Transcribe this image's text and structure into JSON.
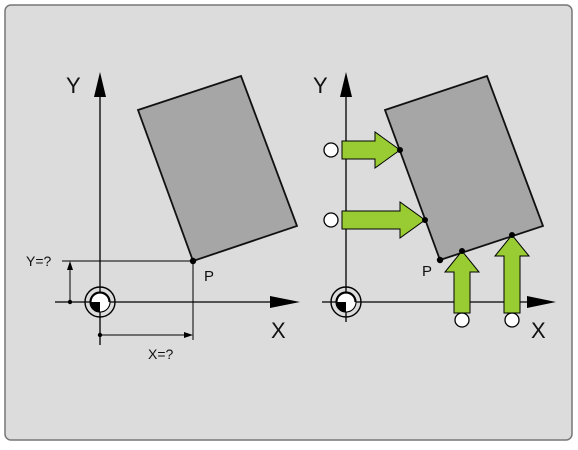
{
  "left_diagram": {
    "axis_y_label": "Y",
    "axis_x_label": "X",
    "point_label": "P",
    "dim_y_label": "Y=?",
    "dim_x_label": "X=?"
  },
  "right_diagram": {
    "axis_y_label": "Y",
    "axis_x_label": "X",
    "point_label": "P"
  },
  "colors": {
    "background": "#dcdcdc",
    "rectangle_fill": "#a6a6a6",
    "arrow_fill": "#99cc33",
    "line": "#000000"
  }
}
